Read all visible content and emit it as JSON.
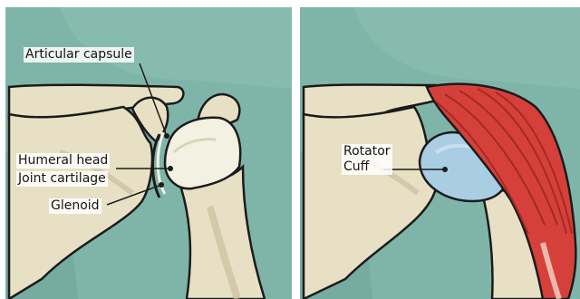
{
  "left_panel": {
    "labels": {
      "articular_capsule": "Articular capsule",
      "humeral_head": "Humeral head",
      "joint_cartilage": "Joint cartilage",
      "glenoid": "Glenoid"
    }
  },
  "right_panel": {
    "labels": {
      "rotator_cuff_line1": "Rotator",
      "rotator_cuff_line2": "Cuff"
    }
  },
  "colors": {
    "background": "#7fb5a8",
    "background_shadow": "#6da397",
    "bone": "#e8e0c4",
    "bone_shade": "#c9bf9c",
    "cartilage": "#f3f1e2",
    "muscle": "#d6403a",
    "muscle_dark": "#a52924",
    "rotator_cuff": "#a9cde3",
    "outline": "#1b1b1b"
  }
}
